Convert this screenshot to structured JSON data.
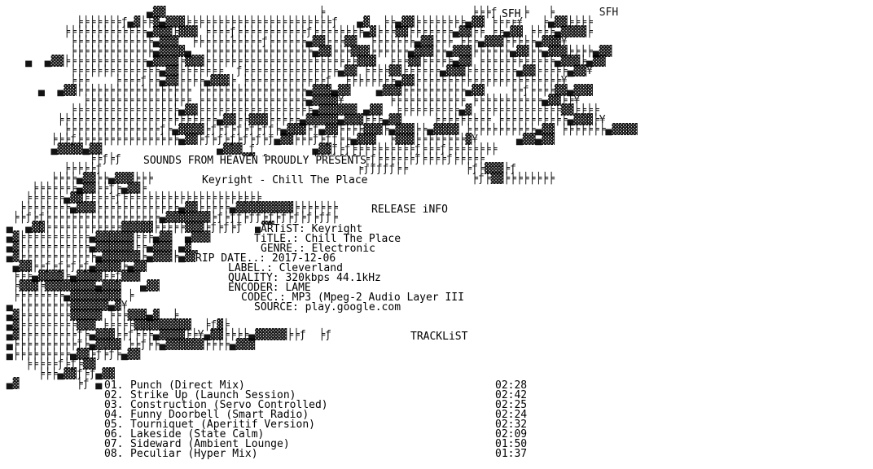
{
  "banner": {
    "group_tag": "SFH",
    "presents": "SOUNDS FROM HEAVEN PROUDLY PRESENTS",
    "release_title": "Keyright - Chill The Place"
  },
  "release_info": {
    "heading": "RELEASE iNFO",
    "artist_label": "ARTiST:",
    "artist": "Keyright",
    "title_label": "TiTLE.:",
    "title": "Chill The Place",
    "genre_label": "GENRE.:",
    "genre": "Electronic",
    "rip_date_label": "RIP DATE..:",
    "rip_date": "2017-12-06",
    "label_label": "LABEL.:",
    "label": "Cleverland",
    "quality_label": "QUALITY:",
    "quality": "320kbps 44.1kHz",
    "encoder_label": "ENCODER:",
    "encoder": "LAME",
    "codec_label": "CODEC.:",
    "codec": "MP3 (Mpeg-2 Audio Layer III",
    "source_label": "SOURCE:",
    "source": "play.google.com"
  },
  "tracklist": {
    "heading": "TRACKLiST",
    "tracks": [
      {
        "no": "01.",
        "name": "Punch (Direct Mix)",
        "time": "02:28"
      },
      {
        "no": "02.",
        "name": "Strike Up (Launch Session)",
        "time": "02:42"
      },
      {
        "no": "03.",
        "name": "Construction (Servo Controlled)",
        "time": "02:25"
      },
      {
        "no": "04.",
        "name": "Funny Doorbell (Smart Radio)",
        "time": "02:24"
      },
      {
        "no": "05.",
        "name": "Tourniquet (Aperitif Version)",
        "time": "02:32"
      },
      {
        "no": "06.",
        "name": "Lakeside (State Calm)",
        "time": "02:09"
      },
      {
        "no": "07.",
        "name": "Sideward (Ambient Lounge)",
        "time": "01:50"
      },
      {
        "no": "08.",
        "name": "Peculiar (Hyper Mix)",
        "time": "01:37"
      }
    ]
  },
  "ascii_art": [
    "                       ▄▓▓                        ╞                       ╞╞╞ƒ    ╞   ╞       SFH",
    "            ╞╞╞╞╞╞╞ƒ▄▓╞╞▓▄▓▓▓╞╞╞╞╞╞╞╞╞╞╞╞╞╞╞╞╞╞╞╞╞╞╞ƒ   ▄▓  ╞╞▄▓▓╞╞╞╞╞╞╞╞▄▓▓ ╞╞╞╞¥   ╞▄▓▓╞╞╞╞",
    "          ╞╞╞╞╞╞╞╞╞╞╞╞╞▄▓▓▓╞▓▓▓ ╞╞╞╞ƒ╞╞╞╞╞╞╞╞╞╞╞ƒ╞╞╞╞╞╞╞╞▄▓╞╞╞▓▓╞╞╞╞╞╞╞▄▓▓╞╞ ╞╞▄▓▓ ╞╞╞╞▄▓▓▓▓╞",
    "           ╞╞╞╞╞╞╞╞╞╞╞╞╞▄▓▓▓  ╞╞╞╞╞╞╞╞╞╞╞ƒ╞╞╞╞╞╞▄▓▓╞╞╞▓▓  ╞╞╞╞╞╞╞▄▓▓╞╞╞ ╞╞╞▄▓▓▓╞╞╞╞╞▄▓▓▓¥",
    "           ╞╞╞╞╞╞╞╞╞╞╞╞╞▄▓▓▓▓▄  ╞╞╞╞╞╞╞╞╞╞╞╞╞╞╞╞╞▄▓▓╞╞╞▓▓▓╞╞╞╞╞╞▄▓▓▓╞╞▄▓▓▓╞╞╞╞╞╞▄▓▓╞╞▄▓▓▓╞╞╞╞▄▓▓",
    "    ▄  ▄▓▓╞╞╞╞╞╞╞╞╞╞╞╞╞▄▓▓▓▓╞▓▓▓╞╞╞╞╞╞╞╞╞╞╞╞╞╞╞╞╞╞╞╞╞╞╞╞▓▓▓  ╞╞╞▓▓╞╞╞╞╞▄▓▓ ╞╞╞╞╞╞╞╞╞╞╞╞▄▓▓▓╞▄▓▓",
    "           ╞╞╞╞╞╞╞╞╞╞╞╞╞╞▄▓▓╞╞╞╞╞╞╞  ƒ╞╞╞╞╞╞╞╞╞╞╞╞╞╞╞▄▓▓ ╞╞╞╞▓▓╞╞╞╞╞╞▄▓▓▓╞╞╞╞╞╞╞╞▄▓▓╞╞╞╞╞▄▓▓¥",
    "           ╞╞╞    ╞╞╞╞ƒ╞╞▄▓▓╞╞╞╞▄▓▓▓╞ ╞╞╞╞╞╞╞╞╞╞╞╞╞ƒ  ╞╞╞╞╞╞╞╞▄▓▓╞╞╞╞╞╞╞╞╞╞╞╞╞╞╞╞╞╞╞╞╞╞╞¥",
    "      ▄  ▄▓▓╞╞╞╞╞╞╞╞╞╞╞╞╞╞╞╞╞╞ ╞╞╞╞╞╞╞╞╞╞╞╞╞╞╞╞╞▄▓▓▓▄▓▓    ▄▓▓▓╞╞╞╞╞╞╞╞╞╞▄▓▓    ╞╞ƒ╞╞╞╞▓▓▄▓▓▓",
    "             ╞╞╞╞╞╞╞╞╞╞╞╞╞╞╞╞╞ ╞╞╞╞╞╞╞╞╞╞╞╞╞╞╞╞╞▄▓▓▓▓¥       ╞╞╞╞╞╞╞╞╞╞╞╞ ╞╞╞╞╞╞╞╞╞╞╞▄▓▓╞╞¥",
    "           ╞╞╞╞╞╞╞╞╞╞╞╞╞╞╞╞╞▄▓▓╞╞╞╞╞╞╞╞╞╞╞╞╞╞╞╞╞╞▄▓▓▓▓▓▓ ▄▓▓  ╞╞╞╞╞╞╞╞╞╞▄▓ ╞╞╞╞╞╞╞╞╞╞╞╞╞▓▓╞╞╞╞",
    "         ╞╞╞╞╞╞╞╞╞╞╞╞╞╞╞╞╞╞╞╞╞╞╞╞╞▄▓▓╞╞▓▓▓╞╞╞╞╞▄▓▓▓▓▓▄▓▓▓╞╞╞▄▓▓     ╞╞╞╞╞╞╞╞╞ ╞╞╞╞╞╞╞╞╞╞╞▄▓▓▓╞¥",
    "          ╞╞╞╞╞╞╞╞╞╞╞╞╞╞╞ƒ╞▄▓▓▓▓╞ƒ╞ƒ╞ƒ╞ƒ╞ƒƒ╞▄▓▓▓╞ƒ▄▓▓╞╞╞╞▓▓▓╞▄▓▓▓╞╞▄▓▓▓▓ ╞╞╞╞╞╞╞╞╞╞╞▄▓▓ ╞╞╞╞╞╞╞▄▓▓▓▓",
    "        ╞╞╞ƒ╞╞╞╞╞╞╞╞╞╞╞╞╞╞╞╞▄▓▓╞ƒ╞ƒ╞ƒ╞ƒ╞ƒ╞ƒ▄▓▓╞╞╞ƒ╞ƒƒ╞╞▄▓▓▓  ╞▓▓▓╞╞╞╞╞╞╞╞▓¥      ▄▓▓▄▓▓",
    "        ▄▓▓▓▓▄▓▓                  ▄▓▓▓ ƒ         ▄▓▓ƒ╞ƒ╞╞╞╞╞╞╞╞╞╞ƒ╞╞╞ƒ╞╞╞╞╞╞╞╞",
    "              ╞╞ƒ╞ƒ                  ▄▓▓ ƒ       ╞ƒ╞╞ƒ╞ƒ╞╞ƒ╞╞╞╞╞╞ƒ╞╞╞╞ƒ╞╞╞╞╞",
    "          ╞╞╞╞╞ƒ                                        ╞ƒƒƒƒƒ╞╞         ╞ƒ╞▓▓▓╞ƒ",
    "        ╞╞╞╞▄▓▓╞╞▄▓▓▓╞╞╞                                                  ╞ƒ╞▓▓╞╞╞╞╞╞╞╞",
    "     ╞╞╞╞╞╞╞▄▓▓╞╞ƒ╞▄▓▓╞",
    "    ╞╞╞╞╞╞▄▓▓╞╞╞╞╞ƒ╞╞╞╞╞╞╞╞╞╞╞╞╞╞╞╞╞╞╞╞╞╞",
    "   ╞╞╞╞╞╞╞╞▄▓▓▓╞╞╞╞╞╞╞╞╞╞╞╞╞▄▓▓╞╞╞╞╞▄▓▓▓▓▓▓▓▓▓╞╞╞╞╞╞╞",
    "  ╞╞ƒ╞ƒ╞╞╞╞╞╞╞╞╞╞╞╞╞╞╞╞╞╞▄▓▓▓▓▓▓▓╞ƒ╞ƒƒ╞ƒƒ╞ƒ╞ƒ╞ƒ╞ƒ╞ƒƒ╞",
    " ▄  ▄▓▓╞╞╞╞╞╞╞╞╞╞╞╞▓▓▓▓▓╞╞╞╞╞▓▓▓╞ƒ╞ƒ╞ƒ  ▄▓▓",
    " ▄▓╞╞╞╞╞╞╞╞╞╞╞▄▓▓▓▓▓▓╞╞╞▄▓▓  ▄▓▓▓",
    " ▄▓╞╞╞╞╞╞╞╞╞╞╞▄▓▓▓▓▓▓╞╞▄▓▓▓ ▄▓",
    " ▄▓╞╞╞╞╞╞╞╞╞╞╞╞▄▓▓▓▓▓▓╞▄▓▓▓╞▄▓▓",
    "  ▄▓▓╞╞ƒ╞ƒ╞ƒ╞ƒ▄▓▓▓▓╞▄▓▓",
    "  ╞╞╞▄▓▓▓▓╞▄▓▓▓▓╞╞ƒ▓▓▓",
    "  ╞▓▓▓╞▓▓▓▓▓▓▓▓▄▓▓▓   ▄▓▓",
    "  ╞╞╞╞╞╞╞╞▄▓▓▓▓▓▓▓▓ ╞",
    " ▄ ╞╞╞╞╞╞╞╞▓▓▓▓▓▓▄▓¥",
    " ▄▓╞╞╞╞╞╞╞╞▓▓▓▓▓ ╞╞╞▓▓▓▄▓  ╞",
    " ▄▓╞╞╞╞╞╞╞╞╞▓▓▓ ╞╞╞╞╞▓▓▓▓▓▓▓▓▓  ╞ƒ▓╞",
    " ▄▓╞╞╞╞╞╞╞╞╞ƒ╞▄▓▓▓╞╞ƒ╞╞╞▄▓▓▓▓╞╞¥▄▓▓╞╞╞╞▄▓▓▓▓▓╞╞ƒ  ╞ƒ",
    " ▄╞╞╞╞╞╞╞╞╞╞ƒ╞▄▓▓▓▓ ╞╞ƒ╞╞▄▓▓▓▓▓▓╞╞╞╞▄▓▓▓",
    " ▄╞╞╞╞╞╞╞╞╞▄▓▓╞ƒ╞ƒ╞▄▓▓",
    "    ╞╞╞╞╞ƒ╞ƒ╞▓▓",
    "      ╞╞╞▄▓▓ƒ╞ƒ▄▓▓",
    " ▄▓         ╞ƒ ▄"
  ]
}
